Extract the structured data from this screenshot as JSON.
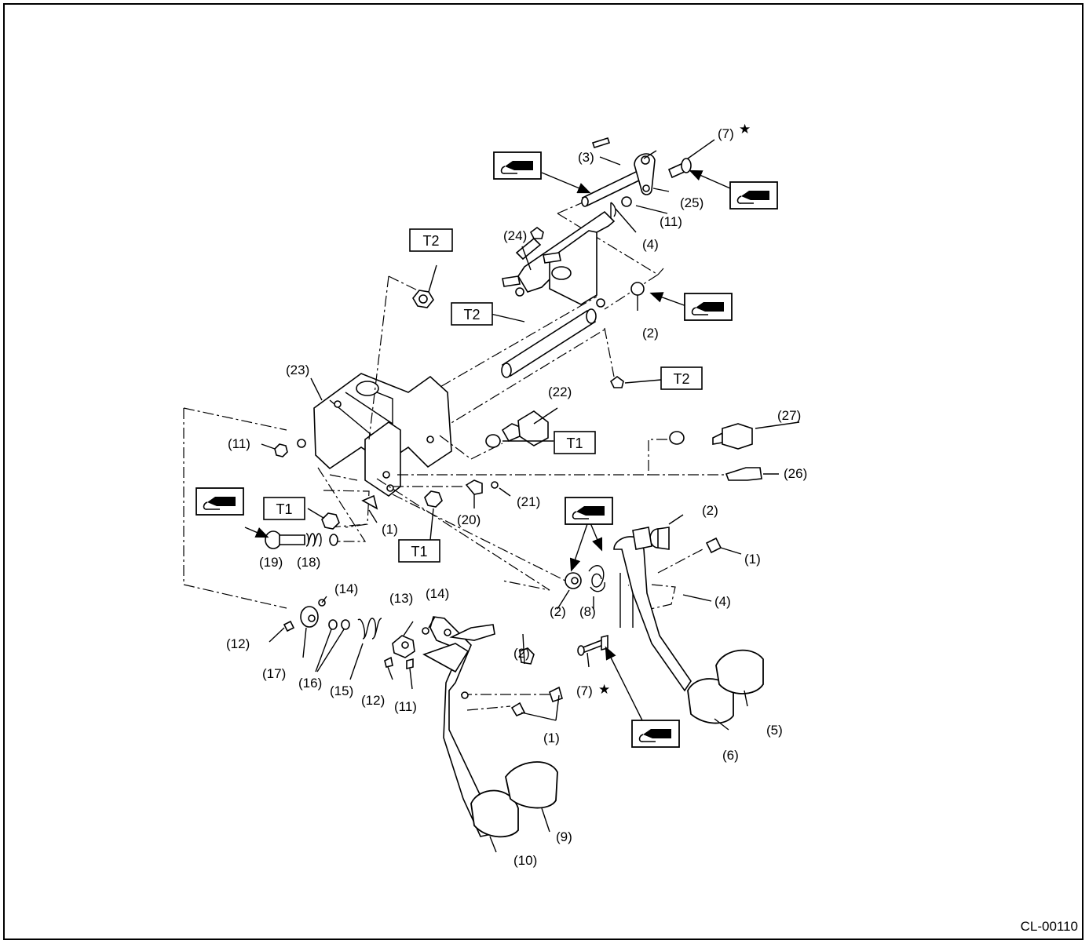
{
  "doc_id": "CL-00110",
  "callouts": {
    "c1a": "(1)",
    "c1b": "(1)",
    "c1c": "(1)",
    "c2a": "(2)",
    "c2b": "(2)",
    "c2c": "(2)",
    "c2d": "(2)",
    "c3": "(3)",
    "c4a": "(4)",
    "c4b": "(4)",
    "c5": "(5)",
    "c6": "(6)",
    "c7a": "(7)",
    "c7b": "(7)",
    "c8": "(8)",
    "c9": "(9)",
    "c10": "(10)",
    "c11a": "(11)",
    "c11b": "(11)",
    "c11c": "(11)",
    "c12a": "(12)",
    "c12b": "(12)",
    "c13": "(13)",
    "c14a": "(14)",
    "c14b": "(14)",
    "c15": "(15)",
    "c16": "(16)",
    "c17": "(17)",
    "c18": "(18)",
    "c19": "(19)",
    "c20": "(20)",
    "c21": "(21)",
    "c22": "(22)",
    "c23": "(23)",
    "c24": "(24)",
    "c25": "(25)",
    "c26": "(26)",
    "c27": "(27)"
  },
  "star": "★",
  "torque": {
    "t2a": "T2",
    "t2b": "T2",
    "t2c": "T2",
    "t1a": "T1",
    "t1b": "T1",
    "t1c": "T1"
  },
  "icons": [
    "grease-icon"
  ]
}
